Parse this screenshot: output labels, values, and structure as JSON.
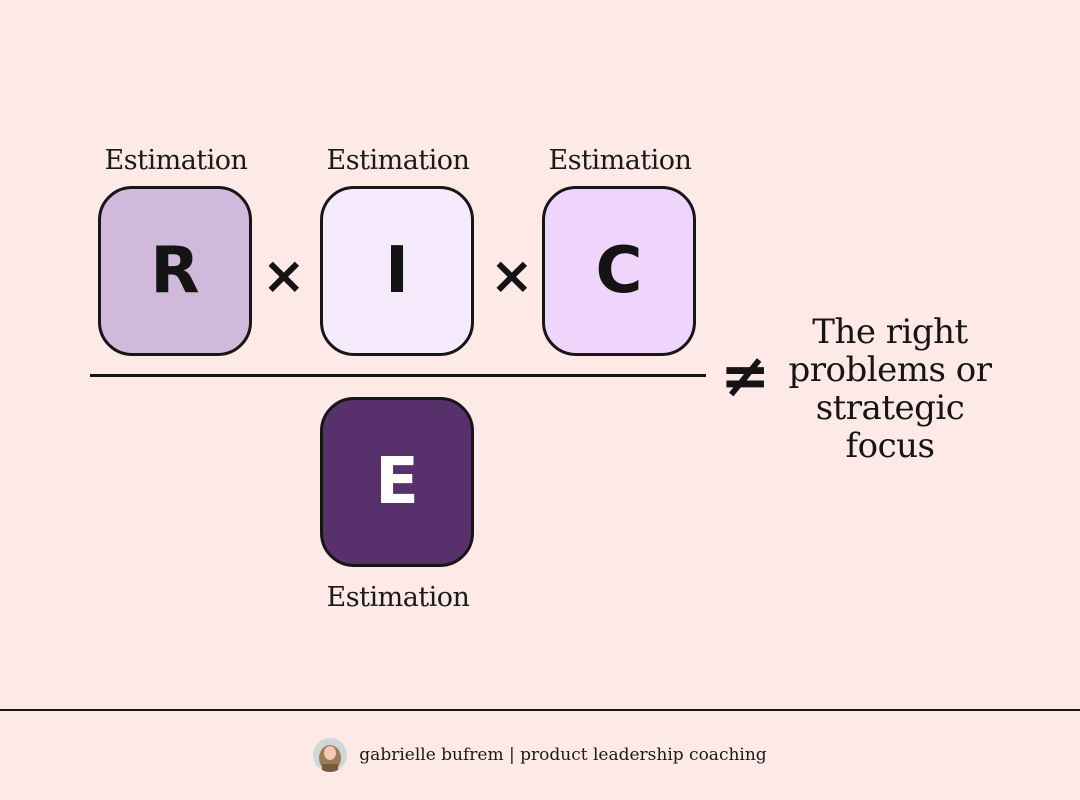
{
  "diagram": {
    "numerator": [
      {
        "letter": "R",
        "label": "Estimation",
        "color": "#d1b9dc"
      },
      {
        "letter": "I",
        "label": "Estimation",
        "color": "#f6ebfc"
      },
      {
        "letter": "C",
        "label": "Estimation",
        "color": "#efd4fb"
      }
    ],
    "operators": [
      "×",
      "×"
    ],
    "denominator": {
      "letter": "E",
      "label": "Estimation",
      "color": "#58306b",
      "text_color": "#ffffff"
    },
    "not_equal": "≠",
    "statement": "The right problems or strategic focus"
  },
  "footer": {
    "text": "gabrielle bufrem | product leadership coaching",
    "avatar_icon": "avatar-photo"
  },
  "colors": {
    "background": "#fde9e6",
    "ink": "#161616"
  }
}
